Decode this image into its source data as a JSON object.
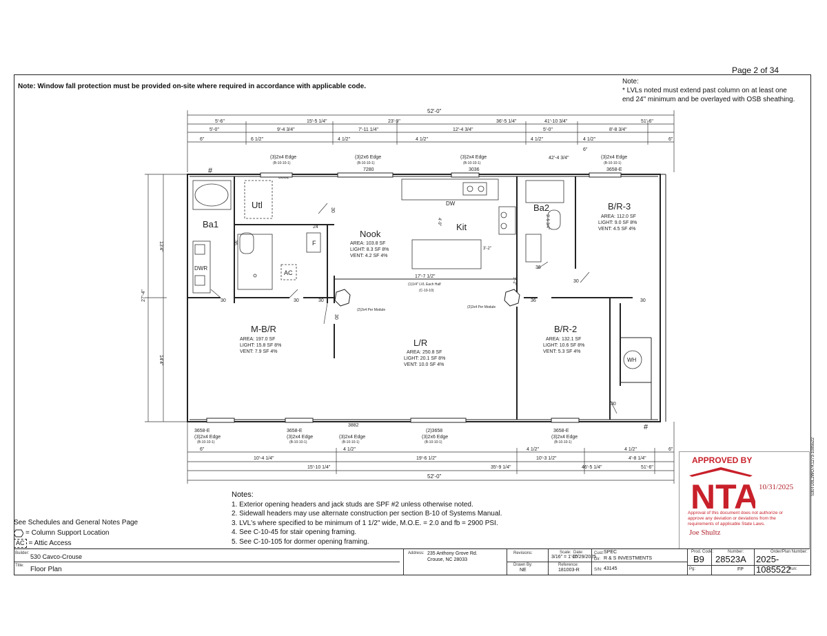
{
  "page_number": "Page 2 of 34",
  "note_top_left": "Note:  Window fall protection must be provided on-site where required in accordance with applicable code.",
  "note_top_right": {
    "heading": "Note:",
    "line1": "* LVLs noted must extend past column on at least one",
    "line2": "end 24\" minimum and be overlayed with OSB sheathing."
  },
  "dims_top": {
    "overall": "52'-0\"",
    "row1": [
      "5'-6\"",
      "15'-5 1/4\"",
      "23'-9\"",
      "36'-5 1/4\"",
      "41'-10 3/4\"",
      "51'-6\""
    ],
    "row2": [
      "5'-0\"",
      "9'-4 3/4\"",
      "7'-11 1/4\"",
      "12'-4 3/4\"",
      "5'-0\"",
      "8'-8 3/4\""
    ],
    "row3": [
      "6\"",
      "6 1/2\"",
      "4 1/2\"",
      "4 1/2\"",
      "4 1/2\"",
      "4 1/2\"",
      "6\""
    ],
    "extra": [
      "42'-4 3/4\"",
      "6\""
    ]
  },
  "dims_bottom": {
    "overall": "52'-0\"",
    "row1": [
      "6\"",
      "4 1/2\"",
      "4 1/2\"",
      "4 1/2\"",
      "6\""
    ],
    "row2": [
      "10'-4 1/4\"",
      "19'-6 1/2\"",
      "10'-3 1/2\"",
      "4'-8 1/4\""
    ],
    "row3": [
      "15'-10 1/4\"",
      "35'-9 1/4\"",
      "46'-5 1/4\"",
      "51'-6\""
    ]
  },
  "dims_left": [
    "13'4\"",
    "27'-4\"",
    "14'4\""
  ],
  "headers_top": [
    {
      "label": "(3)2x4 Edge",
      "ref": "(B-10-10-1)"
    },
    {
      "label": "(3)2x6 Edge",
      "ref": "(B-10-10-1)",
      "window": "7280"
    },
    {
      "label": "(3)2x4 Edge",
      "ref": "(B-10-10-1)",
      "window": "3036"
    },
    {
      "label": "(3)2x4 Edge",
      "ref": "(B-10-10-1)",
      "window": "3658-E"
    }
  ],
  "window_top_left": "3882",
  "headers_bottom": [
    {
      "window": "3658-E",
      "label": "(3)2x4 Edge",
      "ref": "(B-10-10-1)"
    },
    {
      "window": "3658-E",
      "label": "(3)2x4 Edge",
      "ref": "(B-10-10-1)"
    },
    {
      "window": "3882",
      "label": "(3)2x4 Edge",
      "ref": "(B-10-10-1)"
    },
    {
      "window": "(2)3658",
      "label": "(3)2x6 Edge",
      "ref": "(B-10-10-1)"
    },
    {
      "window": "3658-E",
      "label": "(3)2x4 Edge",
      "ref": "(B-10-10-1)"
    }
  ],
  "rooms": {
    "ba1": "Ba1",
    "utl": "Utl",
    "dwr": "DWR",
    "ac": "AC",
    "f": "F",
    "nook": {
      "name": "Nook",
      "area": "AREA: 103.8 SF",
      "light": "LIGHT: 8.3 SF 8%",
      "vent": "VENT: 4.2 SF 4%"
    },
    "kit": "Kit",
    "dw": "DW",
    "ba2": "Ba2",
    "br3": {
      "name": "B/R-3",
      "area": "AREA: 112.0 SF",
      "light": "LIGHT: 9.0 SF 8%",
      "vent": "VENT: 4.5 SF 4%"
    },
    "mbr": {
      "name": "M-B/R",
      "area": "AREA: 197.0 SF",
      "light": "LIGHT: 15.8 SF 8%",
      "vent": "VENT: 7.9 SF 4%"
    },
    "lr": {
      "name": "L/R",
      "area": "AREA: 250.8 SF",
      "light": "LIGHT: 20.1 SF 8%",
      "vent": "VENT: 10.0 SF 4%"
    },
    "br2": {
      "name": "B/R-2",
      "area": "AREA: 132.1 SF",
      "light": "LIGHT: 10.6 SF 8%",
      "vent": "VENT: 5.3 SF 4%"
    },
    "wh": "WH"
  },
  "beam": {
    "span": "17'-7 1/2\"",
    "spec": "(1)1/4\" LVL Each Half",
    "ref": "(C-10-10)"
  },
  "columns": [
    "(2)2x4 Per Module",
    "(2)2x4 Per Module"
  ],
  "kit_dims": [
    "4'-9\"",
    "3'-2\"",
    "3'-5 3/4\"",
    "3'-2\""
  ],
  "door_sizes": [
    "30",
    "24",
    "36",
    "30",
    "30",
    "30",
    "30",
    "36",
    "30",
    "36",
    "30",
    "30"
  ],
  "notes": {
    "heading": "Notes:",
    "items": [
      "1. Exterior opening headers and jack studs are SPF #2 unless otherwise noted.",
      "2. Sidewall headers may use alternate construction per section B-10 of Systems Manual.",
      "3. LVL's where specified to be minimum of 1 1/2\" wide, M.O.E. = 2.0 and fb = 2900 PSI.",
      "4. See C-10-45 for stair opening framing.",
      "5. See C-10-105 for dormer opening framing."
    ]
  },
  "legend": {
    "line1": "See Schedules and General Notes Page",
    "line2": "= Column Support Location",
    "ac_box": "AC",
    "line3": "= Attic Access"
  },
  "stamp": {
    "approved": "APPROVED BY",
    "logo": "NTA",
    "date": "10/31/2025",
    "disclaimer": "Approval of this document does not authorize or approve any deviation or deviations from the requirements of applicable State Laws.",
    "signature": "Joe Shultz"
  },
  "side_code": "S30TU0L2WO7K1273-1085522",
  "title_block": {
    "builder_label": "Builder:",
    "builder": "530 Cavco-Crouse",
    "title_label": "Title:",
    "title": "Floor Plan",
    "address_label": "Address:",
    "address1": "235 Anthony Grove Rd.",
    "address2": "Crouse, NC 28033",
    "revisions_label": "Revisions:",
    "drawn_label": "Drawn By:",
    "drawn": "NE",
    "scale_label": "Scale:",
    "scale": "3/16\" = 1'-0\"",
    "date_label": "Date:",
    "date": "10/29/2025",
    "reference_label": "Reference:",
    "reference": "181003-R",
    "cust_label": "Cust:",
    "cust": "SPEC",
    "dlr_label": "Dlr:",
    "dlr": "R & S INVESTMENTS",
    "sn_label": "S/N:",
    "sn": "43145",
    "prod_label": "Prod. Code:",
    "prod": "B9",
    "number_label": "Number:",
    "number": "28523A",
    "order_label": "Order/Plan Number:",
    "order": "2025-1085522",
    "pg_label": "Pg:",
    "pg": "FP",
    "run_label": "Run:"
  }
}
